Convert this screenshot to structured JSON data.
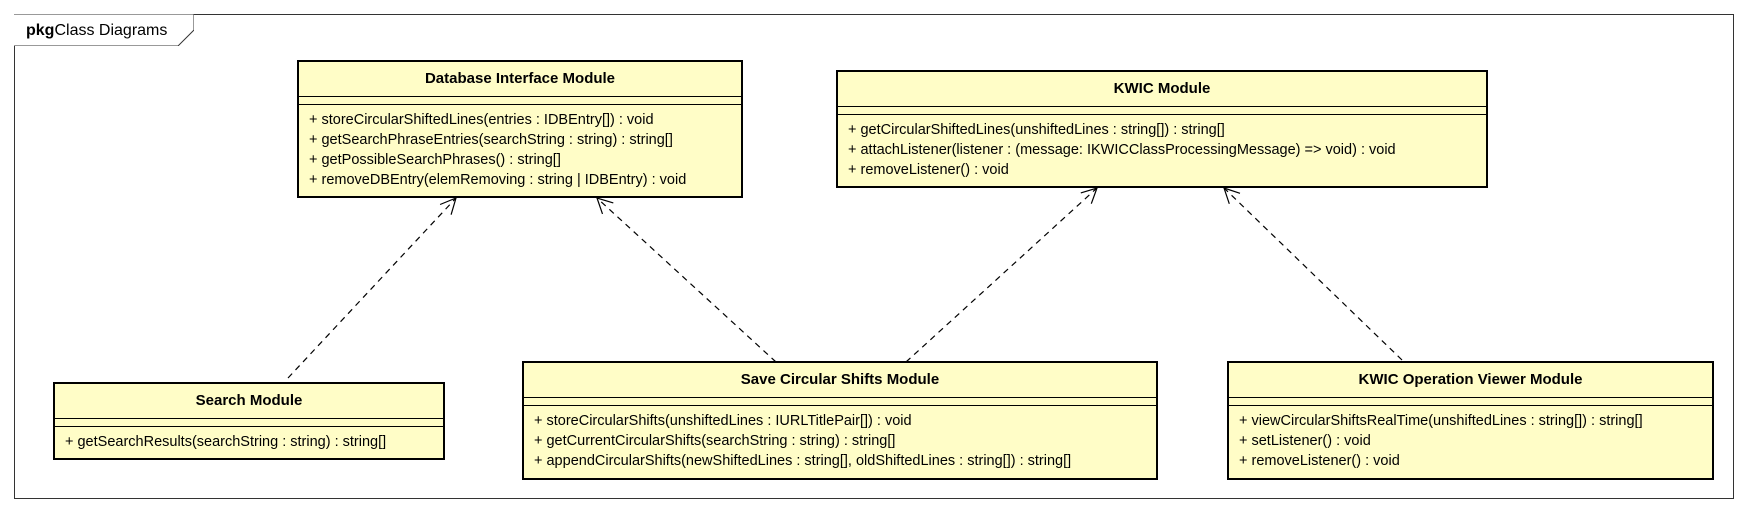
{
  "package": {
    "keyword": "pkg",
    "name": "Class Diagrams"
  },
  "classes": {
    "db": {
      "name": "Database Interface Module",
      "operations": [
        "+ storeCircularShiftedLines(entries : IDBEntry[]) : void",
        "+ getSearchPhraseEntries(searchString : string) : string[]",
        "+ getPossibleSearchPhrases() : string[]",
        "+ removeDBEntry(elemRemoving : string | IDBEntry) : void"
      ]
    },
    "kwic": {
      "name": "KWIC Module",
      "operations": [
        "+ getCircularShiftedLines(unshiftedLines : string[]) : string[]",
        "+ attachListener(listener : (message: IKWICClassProcessingMessage) => void) : void",
        "+ removeListener() : void"
      ]
    },
    "search": {
      "name": "Search Module",
      "operations": [
        "+ getSearchResults(searchString : string) : string[]"
      ]
    },
    "save": {
      "name": "Save Circular Shifts Module",
      "operations": [
        "+ storeCircularShifts(unshiftedLines : IURLTitlePair[]) : void",
        "+ getCurrentCircularShifts(searchString : string) : string[]",
        "+ appendCircularShifts(newShiftedLines : string[], oldShiftedLines : string[]) : string[]"
      ]
    },
    "viewer": {
      "name": "KWIC Operation Viewer Module",
      "operations": [
        "+ viewCircularShiftsRealTime(unshiftedLines : string[]) : string[]",
        "+ setListener() : void",
        "+ removeListener() : void"
      ]
    }
  },
  "dependencies": [
    {
      "from": "search",
      "to": "db"
    },
    {
      "from": "save",
      "to": "db"
    },
    {
      "from": "save",
      "to": "kwic"
    },
    {
      "from": "viewer",
      "to": "kwic"
    }
  ],
  "colors": {
    "class_fill": "#fffdc7",
    "line": "#000000"
  }
}
